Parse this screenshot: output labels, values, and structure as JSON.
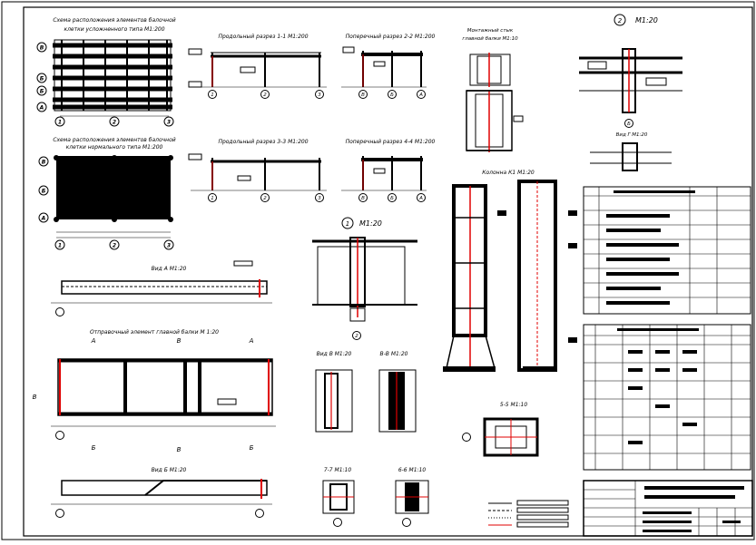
{
  "titles": {
    "plan1": [
      "Схема расположения элементов балочной",
      "клетки усложненного типа М1:200"
    ],
    "plan2": [
      "Схема расположения элементов балочной",
      "клетки нормального типа М1:200"
    ],
    "sec11": "Продольный разрез 1-1 М1:200",
    "sec22": "Поперечный разрез 2-2 М1:200",
    "sec33": "Продольный разрез 3-3 М1:200",
    "sec44": "Поперечный разрез 4-4 М1:200",
    "splice": [
      "Монтажный стык",
      "главной балки М1:10"
    ],
    "node2": "М1:20",
    "node2num": "2",
    "viewG": "Вид Г М1:20",
    "node1": "М1:20",
    "node1num": "1",
    "column": "Колонна К1 М1:20",
    "viewA": "Вид А М1:20",
    "shipping": "Отправочный элемент главной балки М 1:20",
    "viewV": "Вид В М1:20",
    "secBB": "В-В М1:20",
    "sec55": "5-5 М1:10",
    "sec77": "7-7 М1:10",
    "sec66": "6-6 М1:10",
    "viewB": "Вид Б М1:20"
  },
  "axes": {
    "plan_rows": [
      "В",
      "Б",
      "Б",
      "А"
    ],
    "plan1_cols": [
      "1",
      "2",
      "3"
    ],
    "plan2_rows": [
      "В",
      "Б",
      "А"
    ],
    "plan2_cols": [
      "1",
      "2",
      "3"
    ],
    "sec11": [
      "1",
      "2",
      "3"
    ],
    "sec22": [
      "В",
      "Б",
      "А"
    ],
    "sec33": [
      "1",
      "2",
      "3"
    ],
    "sec44": [
      "В",
      "Б",
      "А"
    ],
    "node2_bottom": "Б",
    "node1_bottom": "2"
  },
  "cut_marks": {
    "A": "А",
    "B": "Б",
    "V": "В"
  },
  "colors": {
    "line": "#000000",
    "accent": "#e00000",
    "paper": "#ffffff"
  }
}
